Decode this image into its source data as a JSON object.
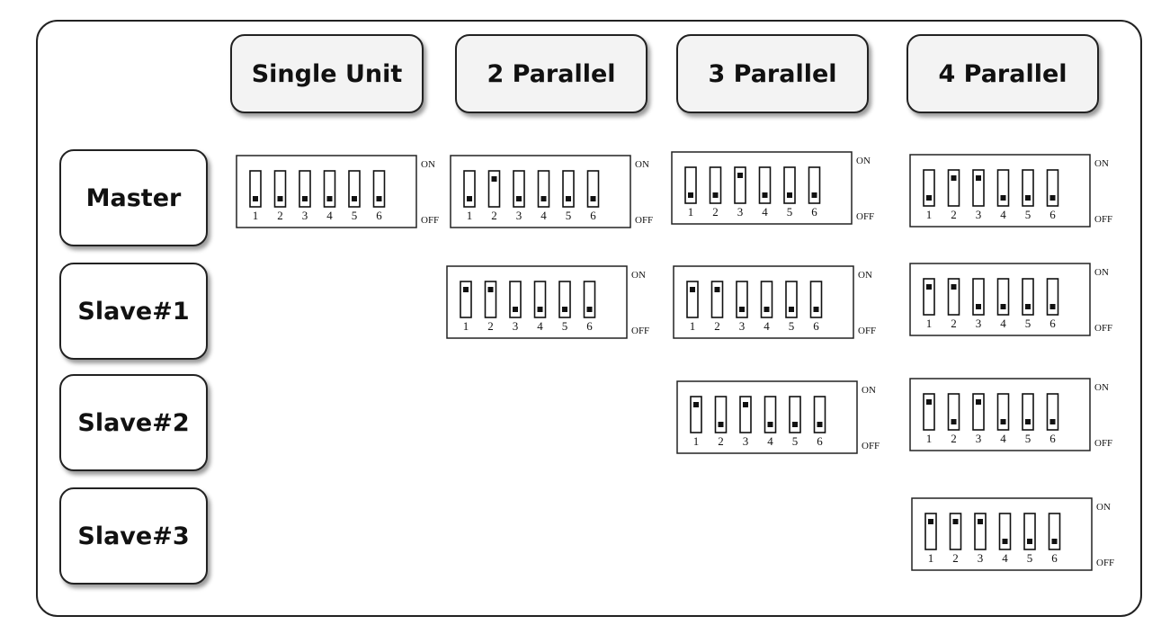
{
  "columns": [
    "Single Unit",
    "2 Parallel",
    "3 Parallel",
    "4 Parallel"
  ],
  "rows": [
    "Master",
    "Slave#1",
    "Slave#2",
    "Slave#3"
  ],
  "on_label": "ON",
  "off_label": "OFF",
  "switch_numbers": [
    "1",
    "2",
    "3",
    "4",
    "5",
    "6"
  ],
  "dip_settings": {
    "single": {
      "master": [
        "OFF",
        "OFF",
        "OFF",
        "OFF",
        "OFF",
        "OFF"
      ]
    },
    "parallel_2": {
      "master": [
        "OFF",
        "ON",
        "OFF",
        "OFF",
        "OFF",
        "OFF"
      ],
      "slave1": [
        "ON",
        "ON",
        "OFF",
        "OFF",
        "OFF",
        "OFF"
      ]
    },
    "parallel_3": {
      "master": [
        "OFF",
        "OFF",
        "ON",
        "OFF",
        "OFF",
        "OFF"
      ],
      "slave1": [
        "ON",
        "ON",
        "OFF",
        "OFF",
        "OFF",
        "OFF"
      ],
      "slave2": [
        "ON",
        "OFF",
        "ON",
        "OFF",
        "OFF",
        "OFF"
      ]
    },
    "parallel_4": {
      "master": [
        "OFF",
        "ON",
        "ON",
        "OFF",
        "OFF",
        "OFF"
      ],
      "slave1": [
        "ON",
        "ON",
        "OFF",
        "OFF",
        "OFF",
        "OFF"
      ],
      "slave2": [
        "ON",
        "OFF",
        "ON",
        "OFF",
        "OFF",
        "OFF"
      ],
      "slave3": [
        "ON",
        "ON",
        "ON",
        "OFF",
        "OFF",
        "OFF"
      ]
    }
  }
}
